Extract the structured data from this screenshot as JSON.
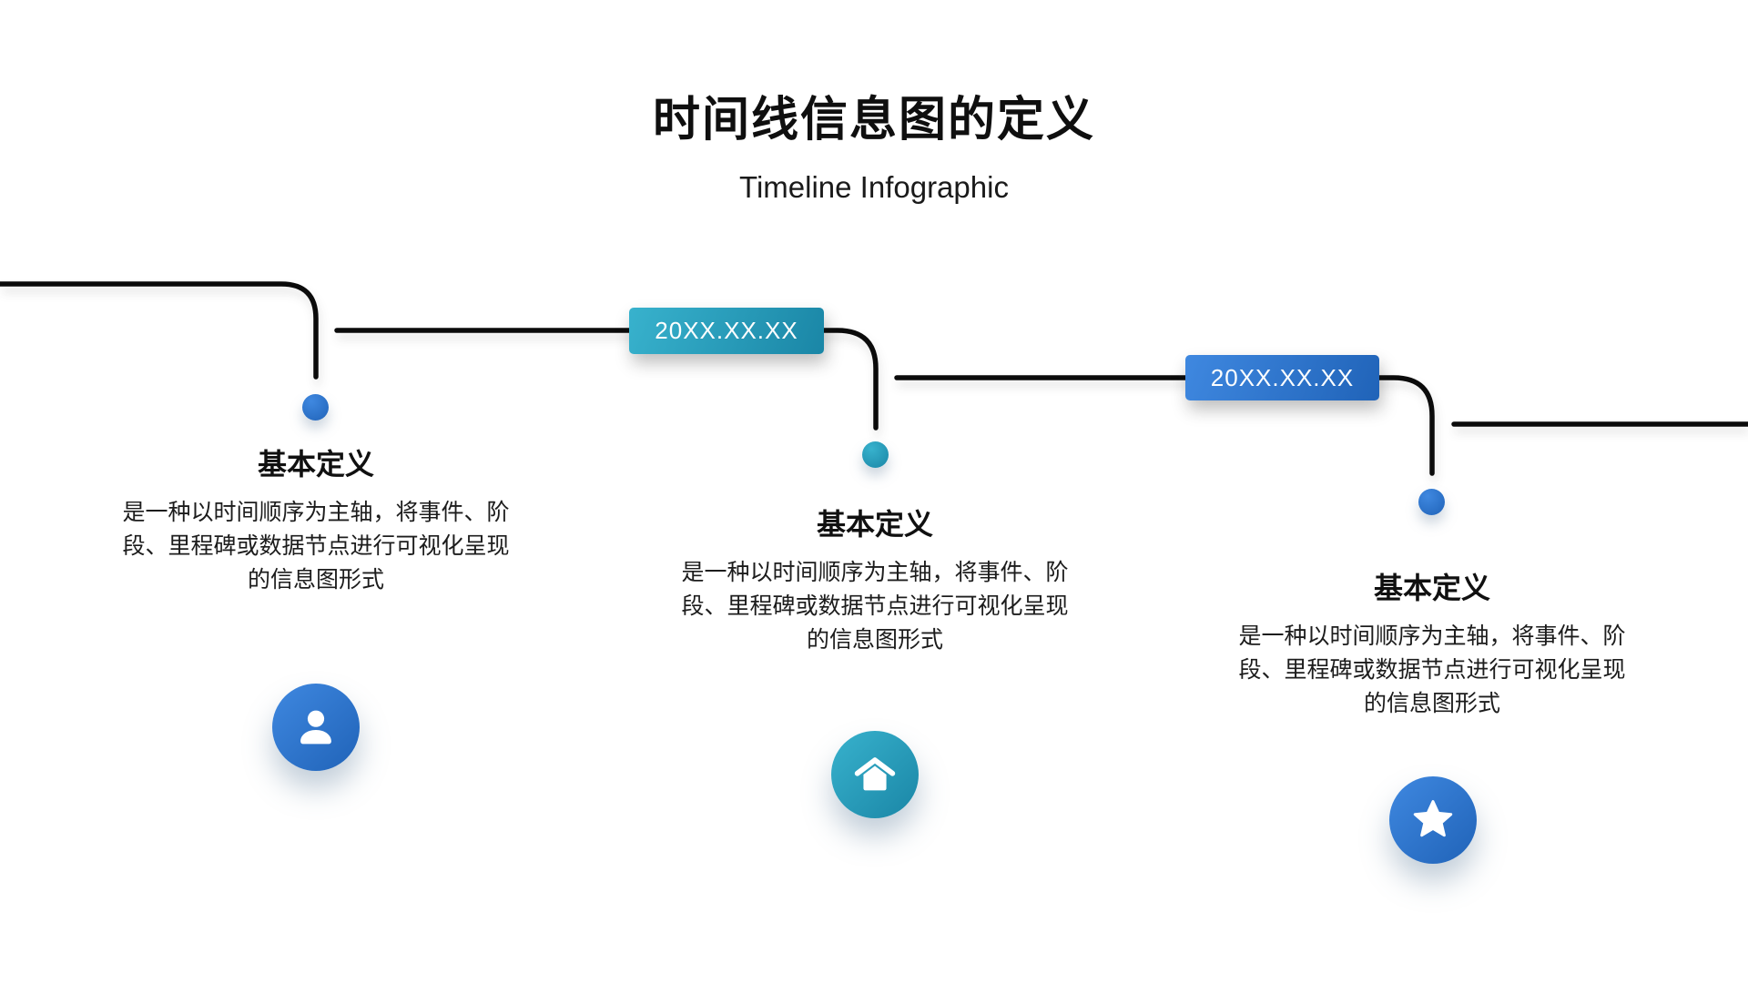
{
  "header": {
    "title": "时间线信息图的定义",
    "subtitle": "Timeline Infographic"
  },
  "timeline": {
    "dates": [
      {
        "label": "20XX.XX.XX",
        "accent": "teal"
      },
      {
        "label": "20XX.XX.XX",
        "accent": "blue"
      }
    ],
    "nodes": [
      {
        "accent": "blue"
      },
      {
        "accent": "teal"
      },
      {
        "accent": "blue"
      }
    ]
  },
  "items": [
    {
      "heading": "基本定义",
      "body_lines": [
        "是一种以时间顺序为主轴，将事件、阶",
        "段、里程碑或数据节点进行可视化呈现",
        "的信息图形式"
      ],
      "icon": "user-icon",
      "accent": "blue"
    },
    {
      "heading": "基本定义",
      "body_lines": [
        "是一种以时间顺序为主轴，将事件、阶",
        "段、里程碑或数据节点进行可视化呈现",
        "的信息图形式"
      ],
      "icon": "home-icon",
      "accent": "teal"
    },
    {
      "heading": "基本定义",
      "body_lines": [
        "是一种以时间顺序为主轴，将事件、阶",
        "段、里程碑或数据节点进行可视化呈现",
        "的信息图形式"
      ],
      "icon": "star-icon",
      "accent": "blue"
    }
  ],
  "colors": {
    "line": "#0b0b0b",
    "blue_start": "#3f88e0",
    "blue_end": "#2063b8",
    "teal_start": "#38b2cd",
    "teal_end": "#1a86a6"
  }
}
